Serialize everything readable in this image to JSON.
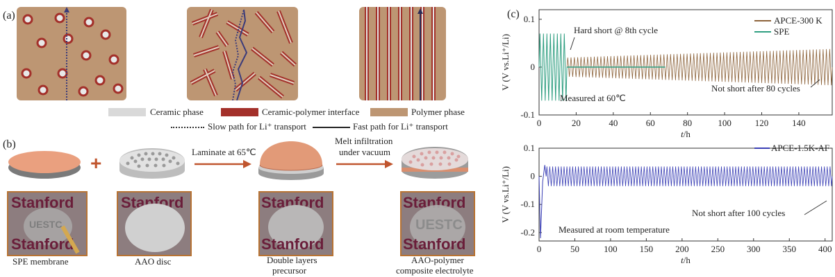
{
  "panel_a": {
    "label": "(a)",
    "legend": {
      "ceramic": "Ceramic phase",
      "interface": "Ceramic-polymer interface",
      "polymer": "Polymer phase",
      "slow": "Slow path for Li⁺ transport",
      "fast": "Fast path for Li⁺ transport"
    },
    "colors": {
      "polymer": "#bd9673",
      "interface": "#a3302a",
      "ceramic": "#d9d9d9"
    }
  },
  "panel_b": {
    "label": "(b)",
    "step1": "Laminate at 65℃",
    "step2_line1": "Melt infiltration",
    "step2_line2": "under vacuum",
    "captions": {
      "spe": "SPE membrane",
      "aao": "AAO disc",
      "double1": "Double layers",
      "double2": "precursor",
      "comp1": "AAO-polymer",
      "comp2": "composite electrolyte"
    },
    "photo_text": {
      "top": "Stanford",
      "bottom": "Stanford",
      "mid": "UESTC",
      "aao_top": "Stanford"
    }
  },
  "panel_c": {
    "label": "(c)"
  },
  "chart_data": [
    {
      "type": "line",
      "title": "",
      "xlabel": "t/h",
      "ylabel": "V (V vs.Li⁺/Li)",
      "xlim": [
        0,
        158
      ],
      "ylim": [
        -0.1,
        0.12
      ],
      "xticks": [
        0,
        20,
        40,
        60,
        80,
        100,
        120,
        140
      ],
      "yticks": [
        -0.1,
        0,
        0.1
      ],
      "ytick_labels": [
        "-0.1",
        "0",
        "0.1"
      ],
      "legend_position": "top-right",
      "series": [
        {
          "name": "APCE-300 K",
          "color": "#8c6239",
          "t_start": 15,
          "t_end": 158,
          "cycles": 80,
          "amplitude_start": 0.02,
          "amplitude_end": 0.038
        },
        {
          "name": "SPE",
          "color": "#2e9e80",
          "t_start": 0,
          "t_end": 15,
          "cycles": 8,
          "amplitude": 0.07,
          "after_short_value": 0.0,
          "after_short_until": 68
        }
      ],
      "annotations": [
        "Hard short @ 8th cycle",
        "Measured at 60℃",
        "Not short after 80 cycles"
      ]
    },
    {
      "type": "line",
      "title": "",
      "xlabel": "t/h",
      "ylabel": "V (V vs.Li⁺/Li)",
      "xlim": [
        0,
        410
      ],
      "ylim": [
        -0.23,
        0.1
      ],
      "xticks": [
        0,
        50,
        100,
        150,
        200,
        250,
        300,
        350,
        400
      ],
      "yticks": [
        -0.2,
        -0.1,
        0,
        0.1
      ],
      "ytick_labels": [
        "-0.2",
        "-0.1",
        "0",
        "0.1"
      ],
      "legend_position": "top-right",
      "series": [
        {
          "name": "APCE-1.5K-AF",
          "color": "#3a3fb5",
          "t_start": 0,
          "t_end": 410,
          "cycles": 100,
          "amplitude": 0.035,
          "initial_dip": -0.22
        }
      ],
      "annotations": [
        "Not short after 100 cycles",
        "Measured at room temperature"
      ]
    }
  ]
}
